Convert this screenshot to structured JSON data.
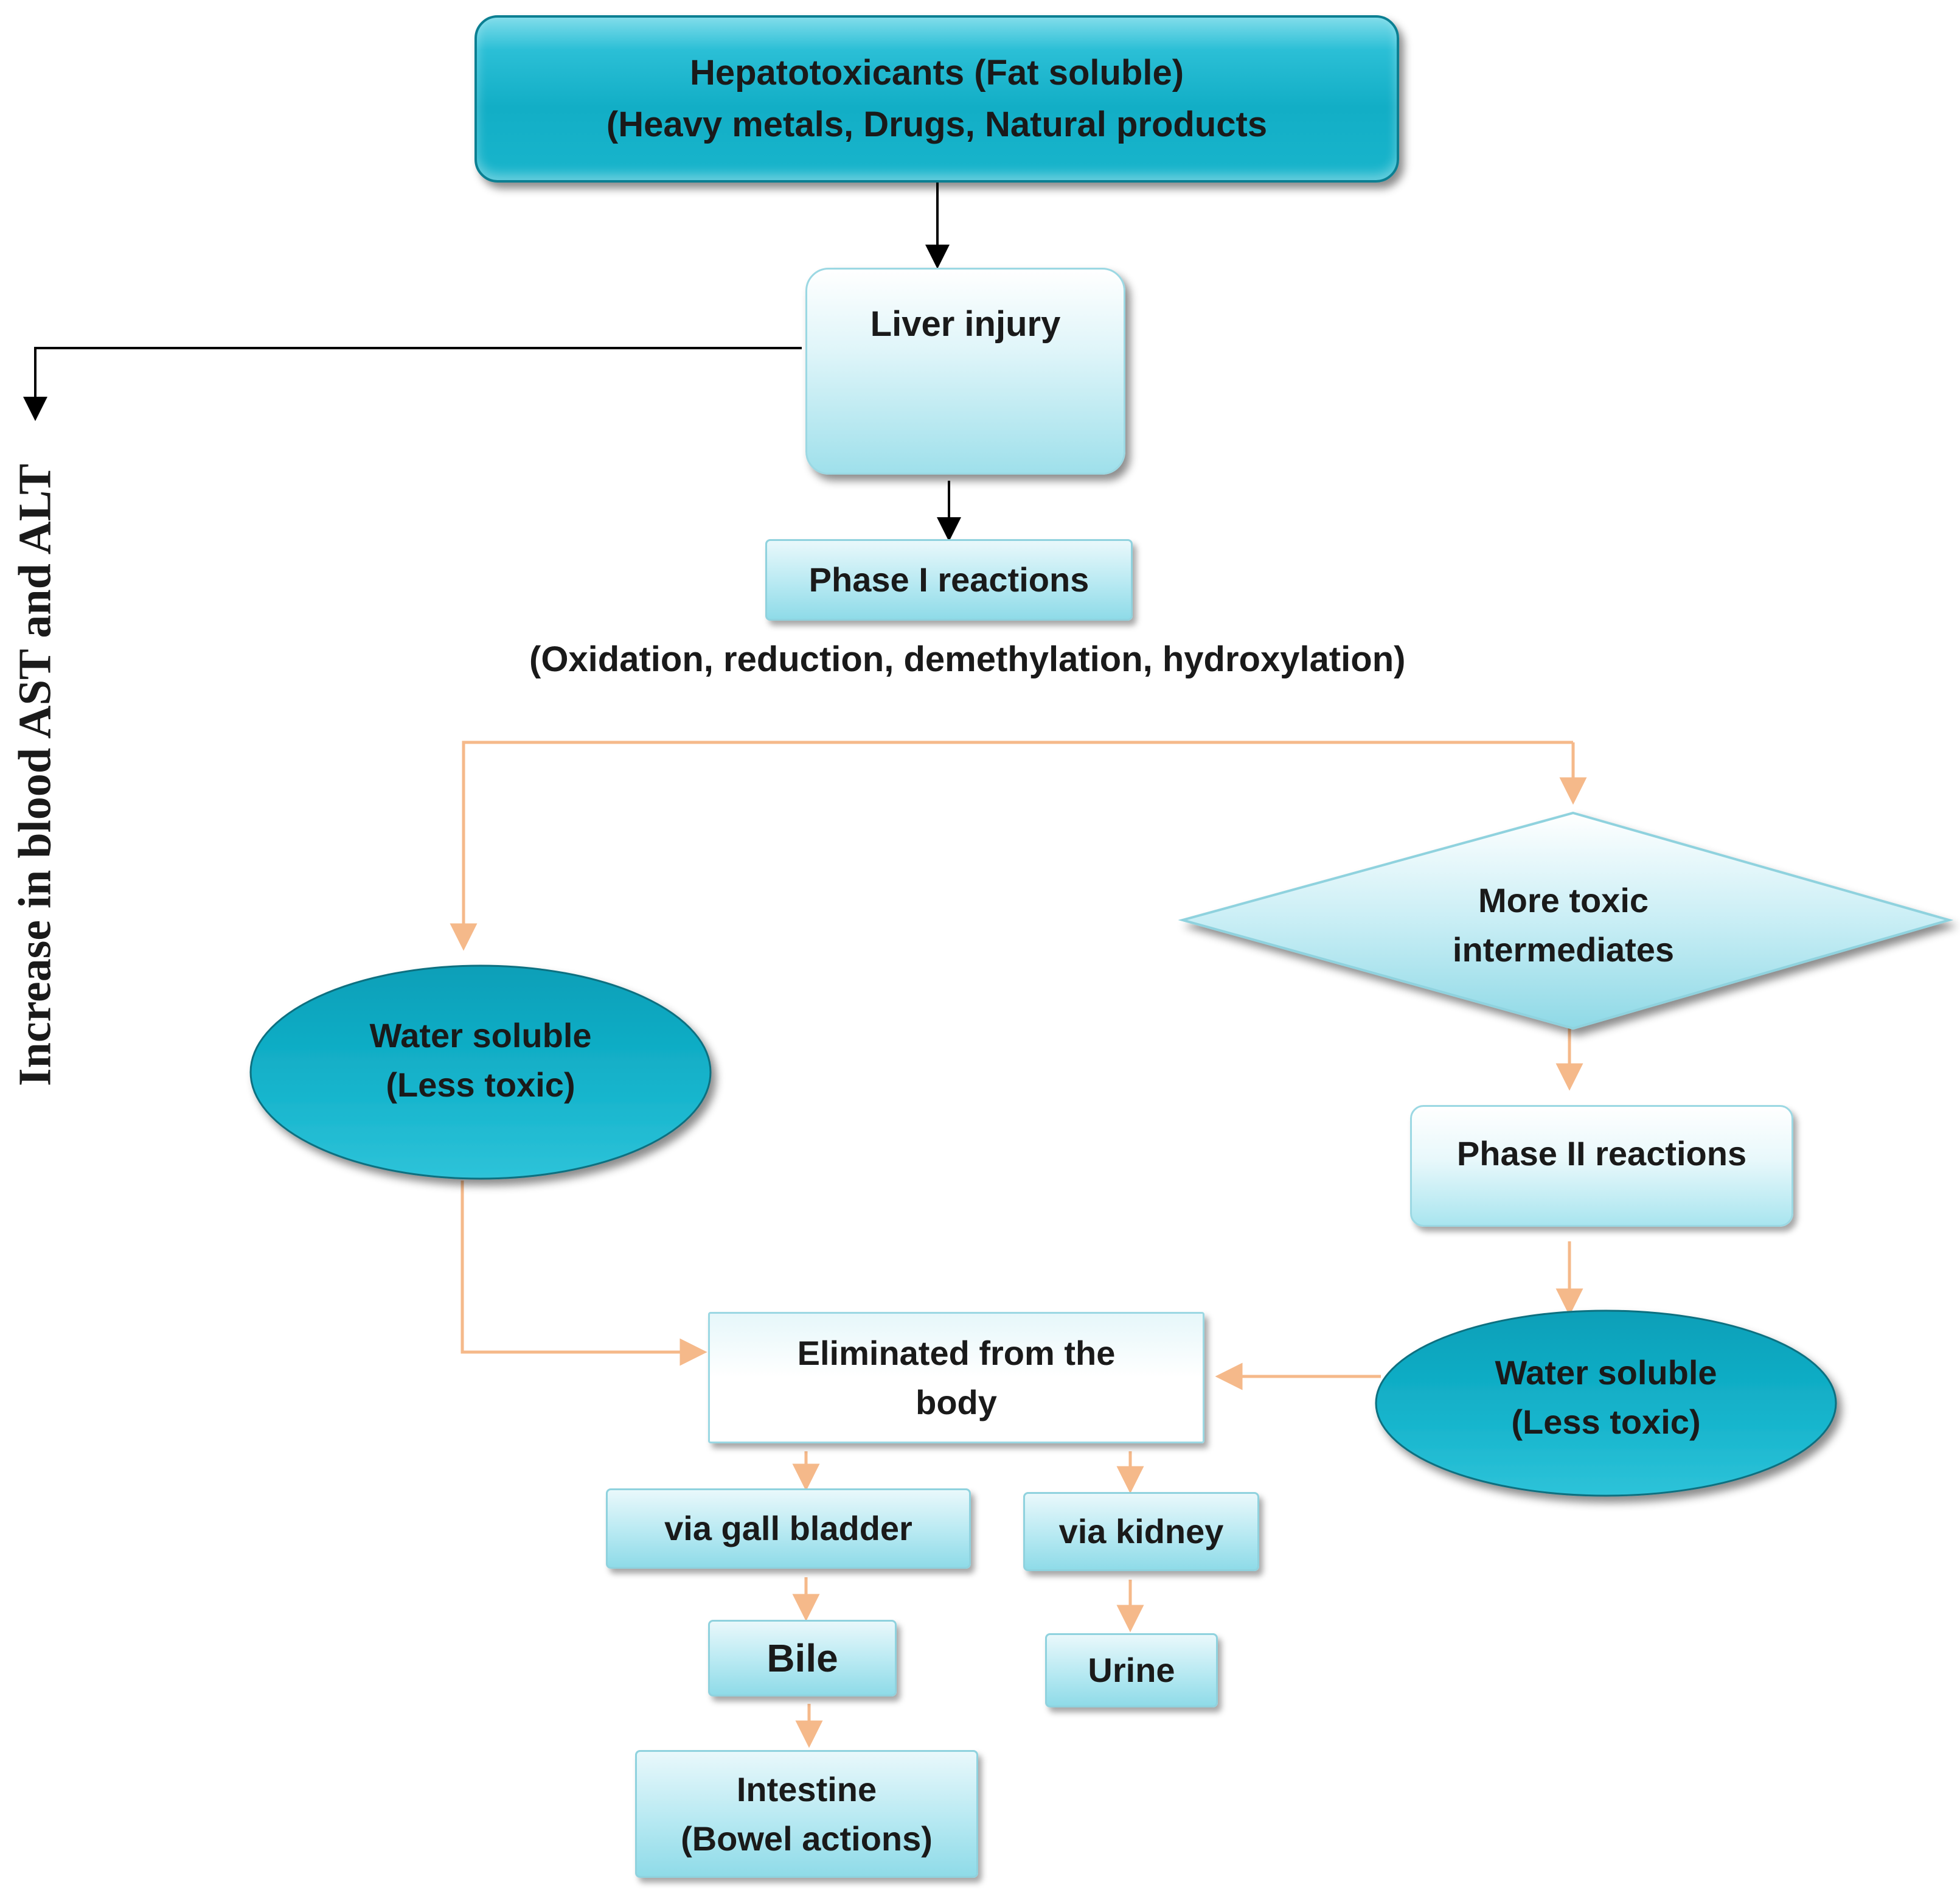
{
  "nodes": {
    "hepatotoxicants": {
      "line1": "Hepatotoxicants (Fat soluble)",
      "line2": "(Heavy metals, Drugs, Natural products"
    },
    "liver_injury": {
      "label": "Liver injury",
      "image": "liver-icon"
    },
    "phase1": {
      "label": "Phase I reactions"
    },
    "phase1_detail": "(Oxidation, reduction, demethylation, hydroxylation)",
    "water_soluble_left": {
      "line1": "Water soluble",
      "line2": "(Less toxic)"
    },
    "more_toxic": {
      "line1": "More toxic",
      "line2": "intermediates"
    },
    "phase2": {
      "label": "Phase II reactions"
    },
    "water_soluble_right": {
      "line1": "Water soluble",
      "line2": "(Less toxic)"
    },
    "eliminated": {
      "line1": "Eliminated from the",
      "line2": "body"
    },
    "via_gall_bladder": "via gall bladder",
    "via_kidney": "via kidney",
    "bile": "Bile",
    "urine": "Urine",
    "intestine": {
      "line1": "Intestine",
      "line2": "(Bowel actions)"
    }
  },
  "side_label": "Increase in blood AST and ALT",
  "colors": {
    "dark_fill": "#12aec6",
    "light_fill": "#a9e5ef",
    "black_arrow": "#000000",
    "orange_arrow": "#f5b98a"
  }
}
